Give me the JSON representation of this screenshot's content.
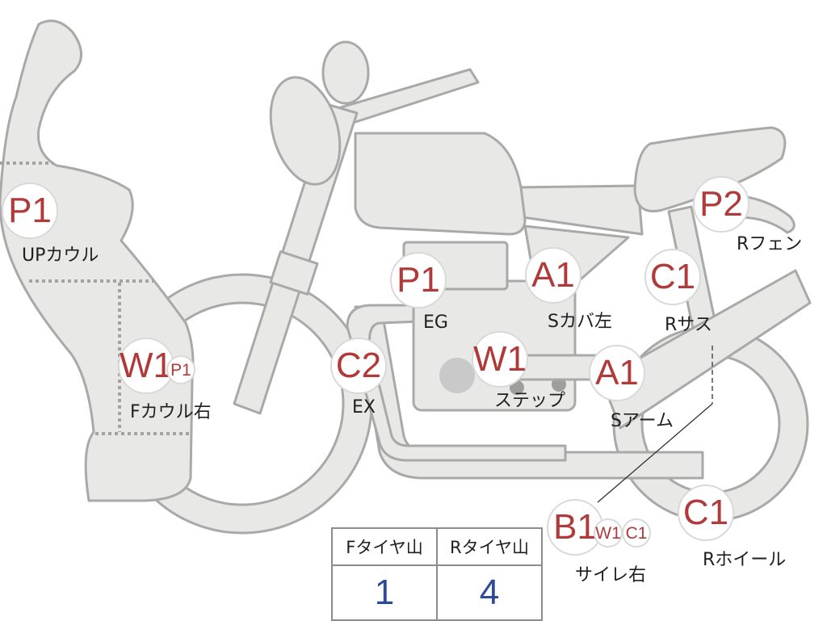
{
  "diagram": {
    "colors": {
      "part_fill": "#e8e8e6",
      "part_outline": "#a9a9a9",
      "code_red": "#b03a3a",
      "value_blue": "#2d4a9a"
    },
    "parts": [
      {
        "id": "up-cowl",
        "codes": [
          "P1"
        ],
        "label": "UPカウル"
      },
      {
        "id": "f-cowl-right",
        "codes": [
          "W1",
          "P1"
        ],
        "label": "Fカウル右"
      },
      {
        "id": "exhaust",
        "codes": [
          "C2"
        ],
        "label": "EX"
      },
      {
        "id": "engine",
        "codes": [
          "P1"
        ],
        "label": "EG"
      },
      {
        "id": "step",
        "codes": [
          "W1"
        ],
        "label": "ステップ"
      },
      {
        "id": "side-cover-left",
        "codes": [
          "A1"
        ],
        "label": "Sカバ左"
      },
      {
        "id": "swing-arm",
        "codes": [
          "A1"
        ],
        "label": "Sアーム"
      },
      {
        "id": "rear-suspension",
        "codes": [
          "C1"
        ],
        "label": "Rサス"
      },
      {
        "id": "rear-fender",
        "codes": [
          "P2"
        ],
        "label": "Rフェン"
      },
      {
        "id": "silencer-right",
        "codes": [
          "B1",
          "W1",
          "C1"
        ],
        "label": "サイレ右"
      },
      {
        "id": "rear-wheel",
        "codes": [
          "C1"
        ],
        "label": "Rホイール"
      }
    ],
    "tire_table": {
      "headers": [
        "Fタイヤ山",
        "Rタイヤ山"
      ],
      "values": [
        "1",
        "4"
      ]
    }
  }
}
